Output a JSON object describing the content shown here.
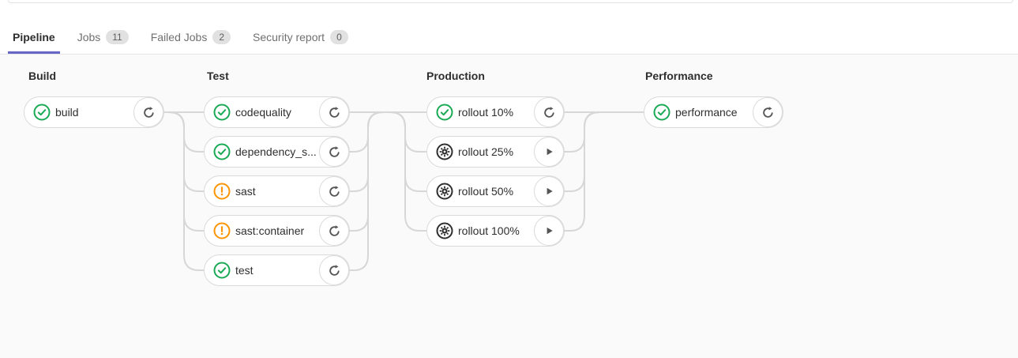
{
  "colors": {
    "accent_underline": "#6666c4",
    "success": "#1aaa55",
    "warning": "#fc9403",
    "manual": "#2e2e2e",
    "icon_gray": "#555555",
    "connector": "#d7d7d7",
    "content_background": "#fafafa"
  },
  "tabs": [
    {
      "label": "Pipeline",
      "active": true
    },
    {
      "label": "Jobs",
      "badge": "11"
    },
    {
      "label": "Failed Jobs",
      "badge": "2"
    },
    {
      "label": "Security report",
      "badge": "0"
    }
  ],
  "pipeline": {
    "stages": [
      {
        "name": "Build",
        "jobs": [
          {
            "label": "build",
            "status": "success",
            "action": "retry"
          }
        ]
      },
      {
        "name": "Test",
        "jobs": [
          {
            "label": "codequality",
            "status": "success",
            "action": "retry"
          },
          {
            "label": "dependency_s...",
            "status": "success",
            "action": "retry"
          },
          {
            "label": "sast",
            "status": "warning",
            "action": "retry"
          },
          {
            "label": "sast:container",
            "status": "warning",
            "action": "retry"
          },
          {
            "label": "test",
            "status": "success",
            "action": "retry"
          }
        ]
      },
      {
        "name": "Production",
        "jobs": [
          {
            "label": "rollout 10%",
            "status": "success",
            "action": "retry"
          },
          {
            "label": "rollout 25%",
            "status": "manual",
            "action": "play"
          },
          {
            "label": "rollout 50%",
            "status": "manual",
            "action": "play"
          },
          {
            "label": "rollout 100%",
            "status": "manual",
            "action": "play"
          }
        ]
      },
      {
        "name": "Performance",
        "jobs": [
          {
            "label": "performance",
            "status": "success",
            "action": "retry"
          }
        ]
      }
    ]
  }
}
